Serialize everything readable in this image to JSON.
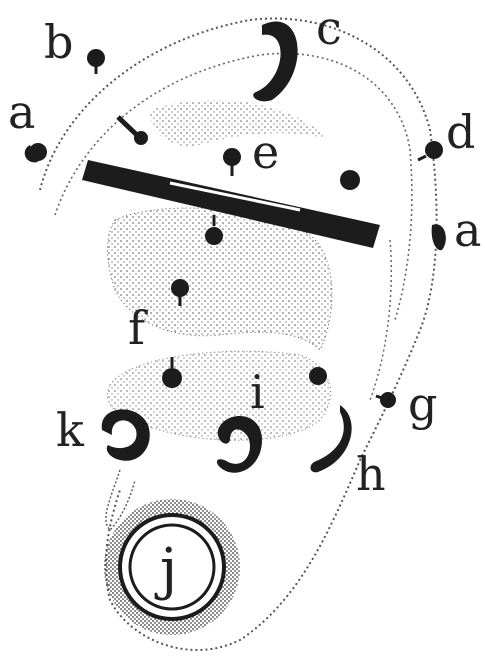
{
  "labels": {
    "a_upper_left": "a",
    "b": "b",
    "c": "c",
    "d": "d",
    "e": "e",
    "a_right": "a",
    "f": "f",
    "g": "g",
    "i": "i",
    "k": "k",
    "h": "h",
    "j": "j"
  },
  "colors": {
    "ink": "#1c1c1c",
    "paper": "#ffffff",
    "stipple": "#6d6d6d"
  }
}
